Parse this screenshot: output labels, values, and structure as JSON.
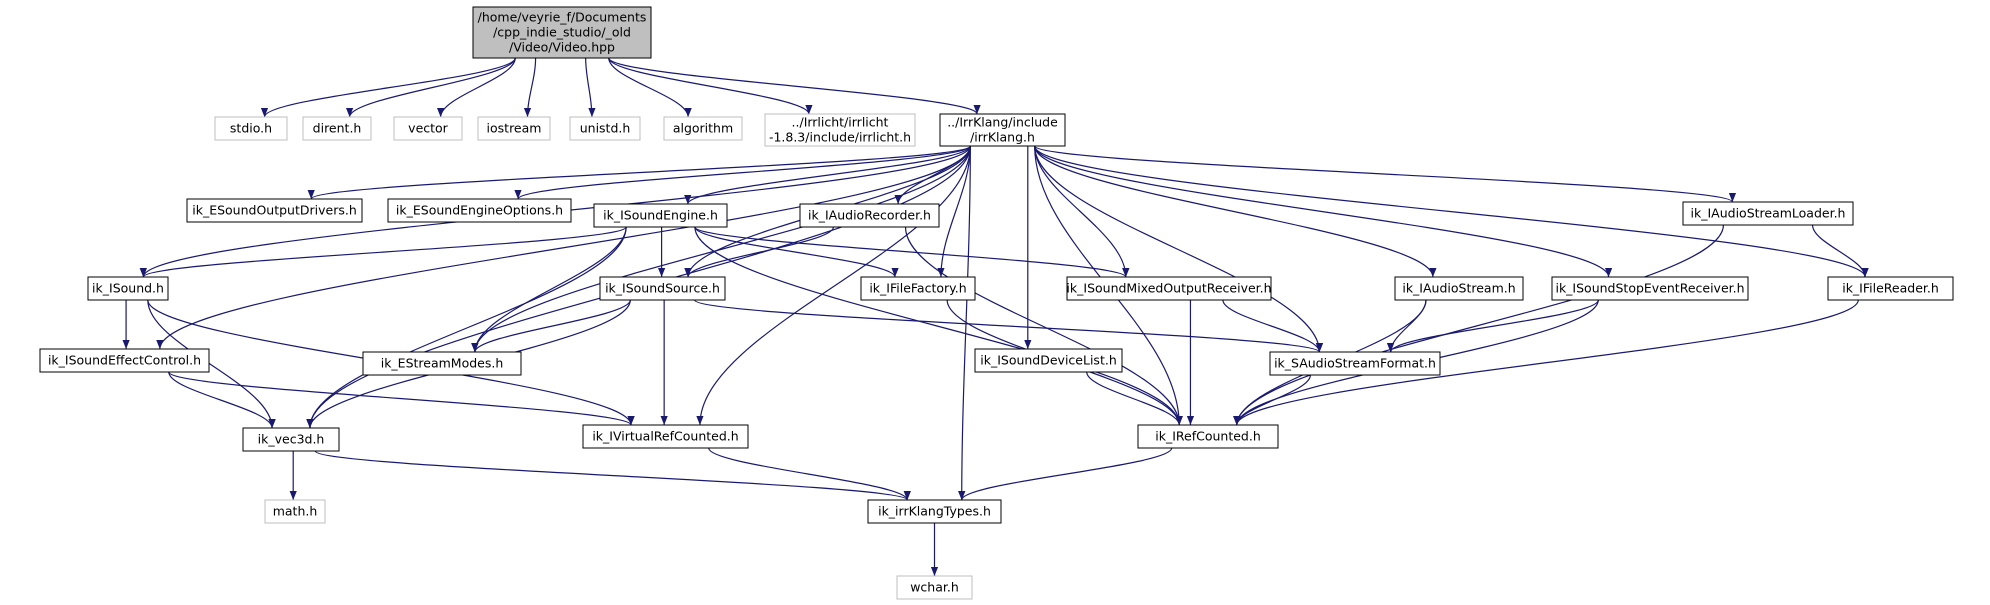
{
  "colors": {
    "edge": "#191970",
    "root_fill": "#bfbfbf",
    "root_stroke": "#000000",
    "node_fill": "#ffffff",
    "node_stroke": "#000000",
    "external_stroke": "#bfbfbf",
    "external_text": "#000000"
  },
  "nodes": [
    {
      "id": "root",
      "kind": "root",
      "lines": [
        "/home/veyrie_f/Documents",
        "/cpp_indie_studio/_old",
        "/Video/Video.hpp"
      ]
    },
    {
      "id": "stdio",
      "kind": "external",
      "lines": [
        "stdio.h"
      ]
    },
    {
      "id": "dirent",
      "kind": "external",
      "lines": [
        "dirent.h"
      ]
    },
    {
      "id": "vector",
      "kind": "external",
      "lines": [
        "vector"
      ]
    },
    {
      "id": "iostream",
      "kind": "external",
      "lines": [
        "iostream"
      ]
    },
    {
      "id": "unistd",
      "kind": "external",
      "lines": [
        "unistd.h"
      ]
    },
    {
      "id": "algorithm",
      "kind": "external",
      "lines": [
        "algorithm"
      ]
    },
    {
      "id": "irrlicht",
      "kind": "external",
      "lines": [
        "../Irrlicht/irrlicht",
        "-1.8.3/include/irrlicht.h"
      ]
    },
    {
      "id": "irrklang",
      "kind": "file",
      "lines": [
        "../IrrKlang/include",
        "/irrKlang.h"
      ]
    },
    {
      "id": "ESoundOutputDrivers",
      "kind": "file",
      "lines": [
        "ik_ESoundOutputDrivers.h"
      ]
    },
    {
      "id": "ESoundEngineOptions",
      "kind": "file",
      "lines": [
        "ik_ESoundEngineOptions.h"
      ]
    },
    {
      "id": "ISoundEngine",
      "kind": "file",
      "lines": [
        "ik_ISoundEngine.h"
      ]
    },
    {
      "id": "IAudioRecorder",
      "kind": "file",
      "lines": [
        "ik_IAudioRecorder.h"
      ]
    },
    {
      "id": "IAudioStreamLoader",
      "kind": "file",
      "lines": [
        "ik_IAudioStreamLoader.h"
      ]
    },
    {
      "id": "ISound",
      "kind": "file",
      "lines": [
        "ik_ISound.h"
      ]
    },
    {
      "id": "ISoundSource",
      "kind": "file",
      "lines": [
        "ik_ISoundSource.h"
      ]
    },
    {
      "id": "IFileFactory",
      "kind": "file",
      "lines": [
        "ik_IFileFactory.h"
      ]
    },
    {
      "id": "ISoundMixedOutputReceiver",
      "kind": "file",
      "lines": [
        "ik_ISoundMixedOutputReceiver.h"
      ]
    },
    {
      "id": "IAudioStream",
      "kind": "file",
      "lines": [
        "ik_IAudioStream.h"
      ]
    },
    {
      "id": "ISoundStopEventReceiver",
      "kind": "file",
      "lines": [
        "ik_ISoundStopEventReceiver.h"
      ]
    },
    {
      "id": "IFileReader",
      "kind": "file",
      "lines": [
        "ik_IFileReader.h"
      ]
    },
    {
      "id": "ISoundEffectControl",
      "kind": "file",
      "lines": [
        "ik_ISoundEffectControl.h"
      ]
    },
    {
      "id": "EStreamModes",
      "kind": "file",
      "lines": [
        "ik_EStreamModes.h"
      ]
    },
    {
      "id": "ISoundDeviceList",
      "kind": "file",
      "lines": [
        "ik_ISoundDeviceList.h"
      ]
    },
    {
      "id": "SAudioStreamFormat",
      "kind": "file",
      "lines": [
        "ik_SAudioStreamFormat.h"
      ]
    },
    {
      "id": "vec3d",
      "kind": "file",
      "lines": [
        "ik_vec3d.h"
      ]
    },
    {
      "id": "IVirtualRefCounted",
      "kind": "file",
      "lines": [
        "ik_IVirtualRefCounted.h"
      ]
    },
    {
      "id": "IRefCounted",
      "kind": "file",
      "lines": [
        "ik_IRefCounted.h"
      ]
    },
    {
      "id": "math",
      "kind": "external",
      "lines": [
        "math.h"
      ]
    },
    {
      "id": "irrKlangTypes",
      "kind": "file",
      "lines": [
        "ik_irrKlangTypes.h"
      ]
    },
    {
      "id": "wchar",
      "kind": "external",
      "lines": [
        "wchar.h"
      ]
    }
  ],
  "edges": [
    [
      "root",
      "stdio"
    ],
    [
      "root",
      "dirent"
    ],
    [
      "root",
      "vector"
    ],
    [
      "root",
      "iostream"
    ],
    [
      "root",
      "unistd"
    ],
    [
      "root",
      "algorithm"
    ],
    [
      "root",
      "irrlicht"
    ],
    [
      "root",
      "irrklang"
    ],
    [
      "irrklang",
      "ESoundOutputDrivers"
    ],
    [
      "irrklang",
      "ESoundEngineOptions"
    ],
    [
      "irrklang",
      "ISoundEngine"
    ],
    [
      "irrklang",
      "IAudioRecorder"
    ],
    [
      "irrklang",
      "IAudioStreamLoader"
    ],
    [
      "irrklang",
      "ISound"
    ],
    [
      "irrklang",
      "ISoundSource"
    ],
    [
      "irrklang",
      "IFileFactory"
    ],
    [
      "irrklang",
      "ISoundMixedOutputReceiver"
    ],
    [
      "irrklang",
      "IAudioStream"
    ],
    [
      "irrklang",
      "ISoundStopEventReceiver"
    ],
    [
      "irrklang",
      "IFileReader"
    ],
    [
      "irrklang",
      "ISoundEffectControl"
    ],
    [
      "irrklang",
      "EStreamModes"
    ],
    [
      "irrklang",
      "ISoundDeviceList"
    ],
    [
      "irrklang",
      "SAudioStreamFormat"
    ],
    [
      "irrklang",
      "vec3d"
    ],
    [
      "irrklang",
      "IVirtualRefCounted"
    ],
    [
      "irrklang",
      "IRefCounted"
    ],
    [
      "irrklang",
      "irrKlangTypes"
    ],
    [
      "ISoundEngine",
      "ISound"
    ],
    [
      "ISoundEngine",
      "ISoundSource"
    ],
    [
      "ISoundEngine",
      "IFileFactory"
    ],
    [
      "ISoundEngine",
      "ISoundMixedOutputReceiver"
    ],
    [
      "ISoundEngine",
      "EStreamModes"
    ],
    [
      "ISoundEngine",
      "vec3d"
    ],
    [
      "ISoundEngine",
      "IRefCounted"
    ],
    [
      "IAudioRecorder",
      "ISoundSource"
    ],
    [
      "IAudioRecorder",
      "IRefCounted"
    ],
    [
      "IAudioStreamLoader",
      "IFileReader"
    ],
    [
      "IAudioStreamLoader",
      "IRefCounted"
    ],
    [
      "ISound",
      "ISoundEffectControl"
    ],
    [
      "ISound",
      "vec3d"
    ],
    [
      "ISound",
      "IVirtualRefCounted"
    ],
    [
      "ISoundSource",
      "EStreamModes"
    ],
    [
      "ISoundSource",
      "SAudioStreamFormat"
    ],
    [
      "ISoundSource",
      "vec3d"
    ],
    [
      "ISoundSource",
      "IVirtualRefCounted"
    ],
    [
      "IFileFactory",
      "IRefCounted"
    ],
    [
      "ISoundMixedOutputReceiver",
      "SAudioStreamFormat"
    ],
    [
      "ISoundMixedOutputReceiver",
      "IRefCounted"
    ],
    [
      "IAudioStream",
      "SAudioStreamFormat"
    ],
    [
      "IAudioStream",
      "IRefCounted"
    ],
    [
      "ISoundStopEventReceiver",
      "SAudioStreamFormat"
    ],
    [
      "ISoundStopEventReceiver",
      "IRefCounted"
    ],
    [
      "IFileReader",
      "IRefCounted"
    ],
    [
      "ISoundEffectControl",
      "vec3d"
    ],
    [
      "ISoundEffectControl",
      "IVirtualRefCounted"
    ],
    [
      "ISoundDeviceList",
      "IRefCounted"
    ],
    [
      "SAudioStreamFormat",
      "IRefCounted"
    ],
    [
      "vec3d",
      "math"
    ],
    [
      "vec3d",
      "irrKlangTypes"
    ],
    [
      "IVirtualRefCounted",
      "irrKlangTypes"
    ],
    [
      "IRefCounted",
      "irrKlangTypes"
    ],
    [
      "irrKlangTypes",
      "wchar"
    ]
  ]
}
